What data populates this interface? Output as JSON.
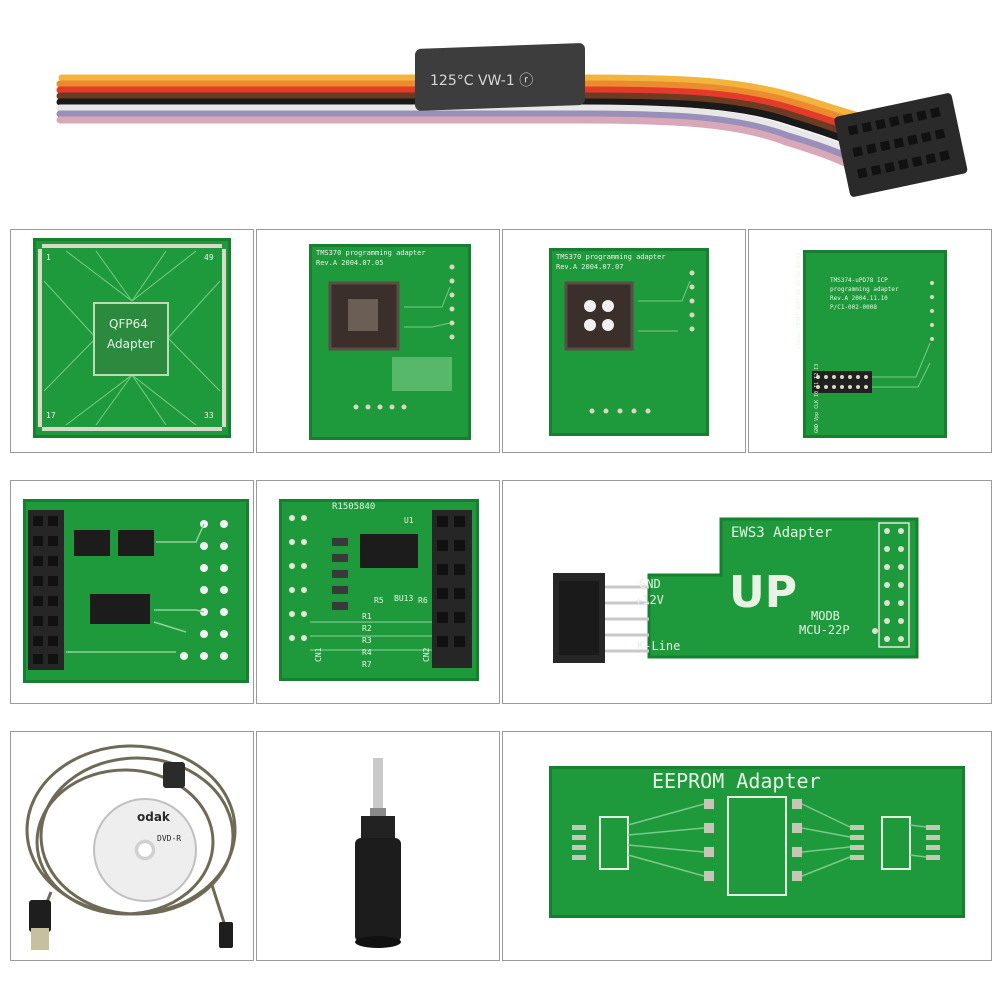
{
  "cable": {
    "sleeve_text": "125°C VW-1 ⓡ"
  },
  "qfp64": {
    "label_line1": "QFP64",
    "label_line2": "Adapter",
    "pin_a": "1",
    "pin_b": "49",
    "pin_c": "17",
    "pin_d": "33"
  },
  "tms370_a": {
    "line1": "TMS370 programming adapter",
    "line2": "Rev.A  2004.07.05"
  },
  "tms370_b": {
    "line1": "TMS370 programming adapter",
    "line2": "Rev.A  2004.07.07"
  },
  "tms374": {
    "line1": "TMS374-uPD78 ICP",
    "line2": "programming adapter",
    "line3": "Rev.A 2004.11.10",
    "line4": "P/C1-002-0008",
    "upper_labels": "+5Vcon RESET WRST O0 O1 O2 O3 O4",
    "lower_labels": "GND Vpp CLK I0 I1 I2 I3"
  },
  "r150": {
    "code": "R1505840",
    "u1": "U1",
    "r5": "R5",
    "r6": "R6",
    "bu": "BU13",
    "r1": "R1",
    "r2": "R2",
    "r3": "R3",
    "r4": "R4",
    "r7": "R7",
    "cn1": "CN1",
    "cn2": "CN2"
  },
  "ews3": {
    "title": "EWS3 Adapter",
    "logo": "UP",
    "gnd": "GND",
    "v12": "+12V",
    "kline": "K-Line",
    "modb": "MODB",
    "mcu": "MCU-22P"
  },
  "cd": {
    "brand": "odak",
    "format": "DVD-R"
  },
  "eeprom": {
    "title": "EEPROM Adapter"
  }
}
